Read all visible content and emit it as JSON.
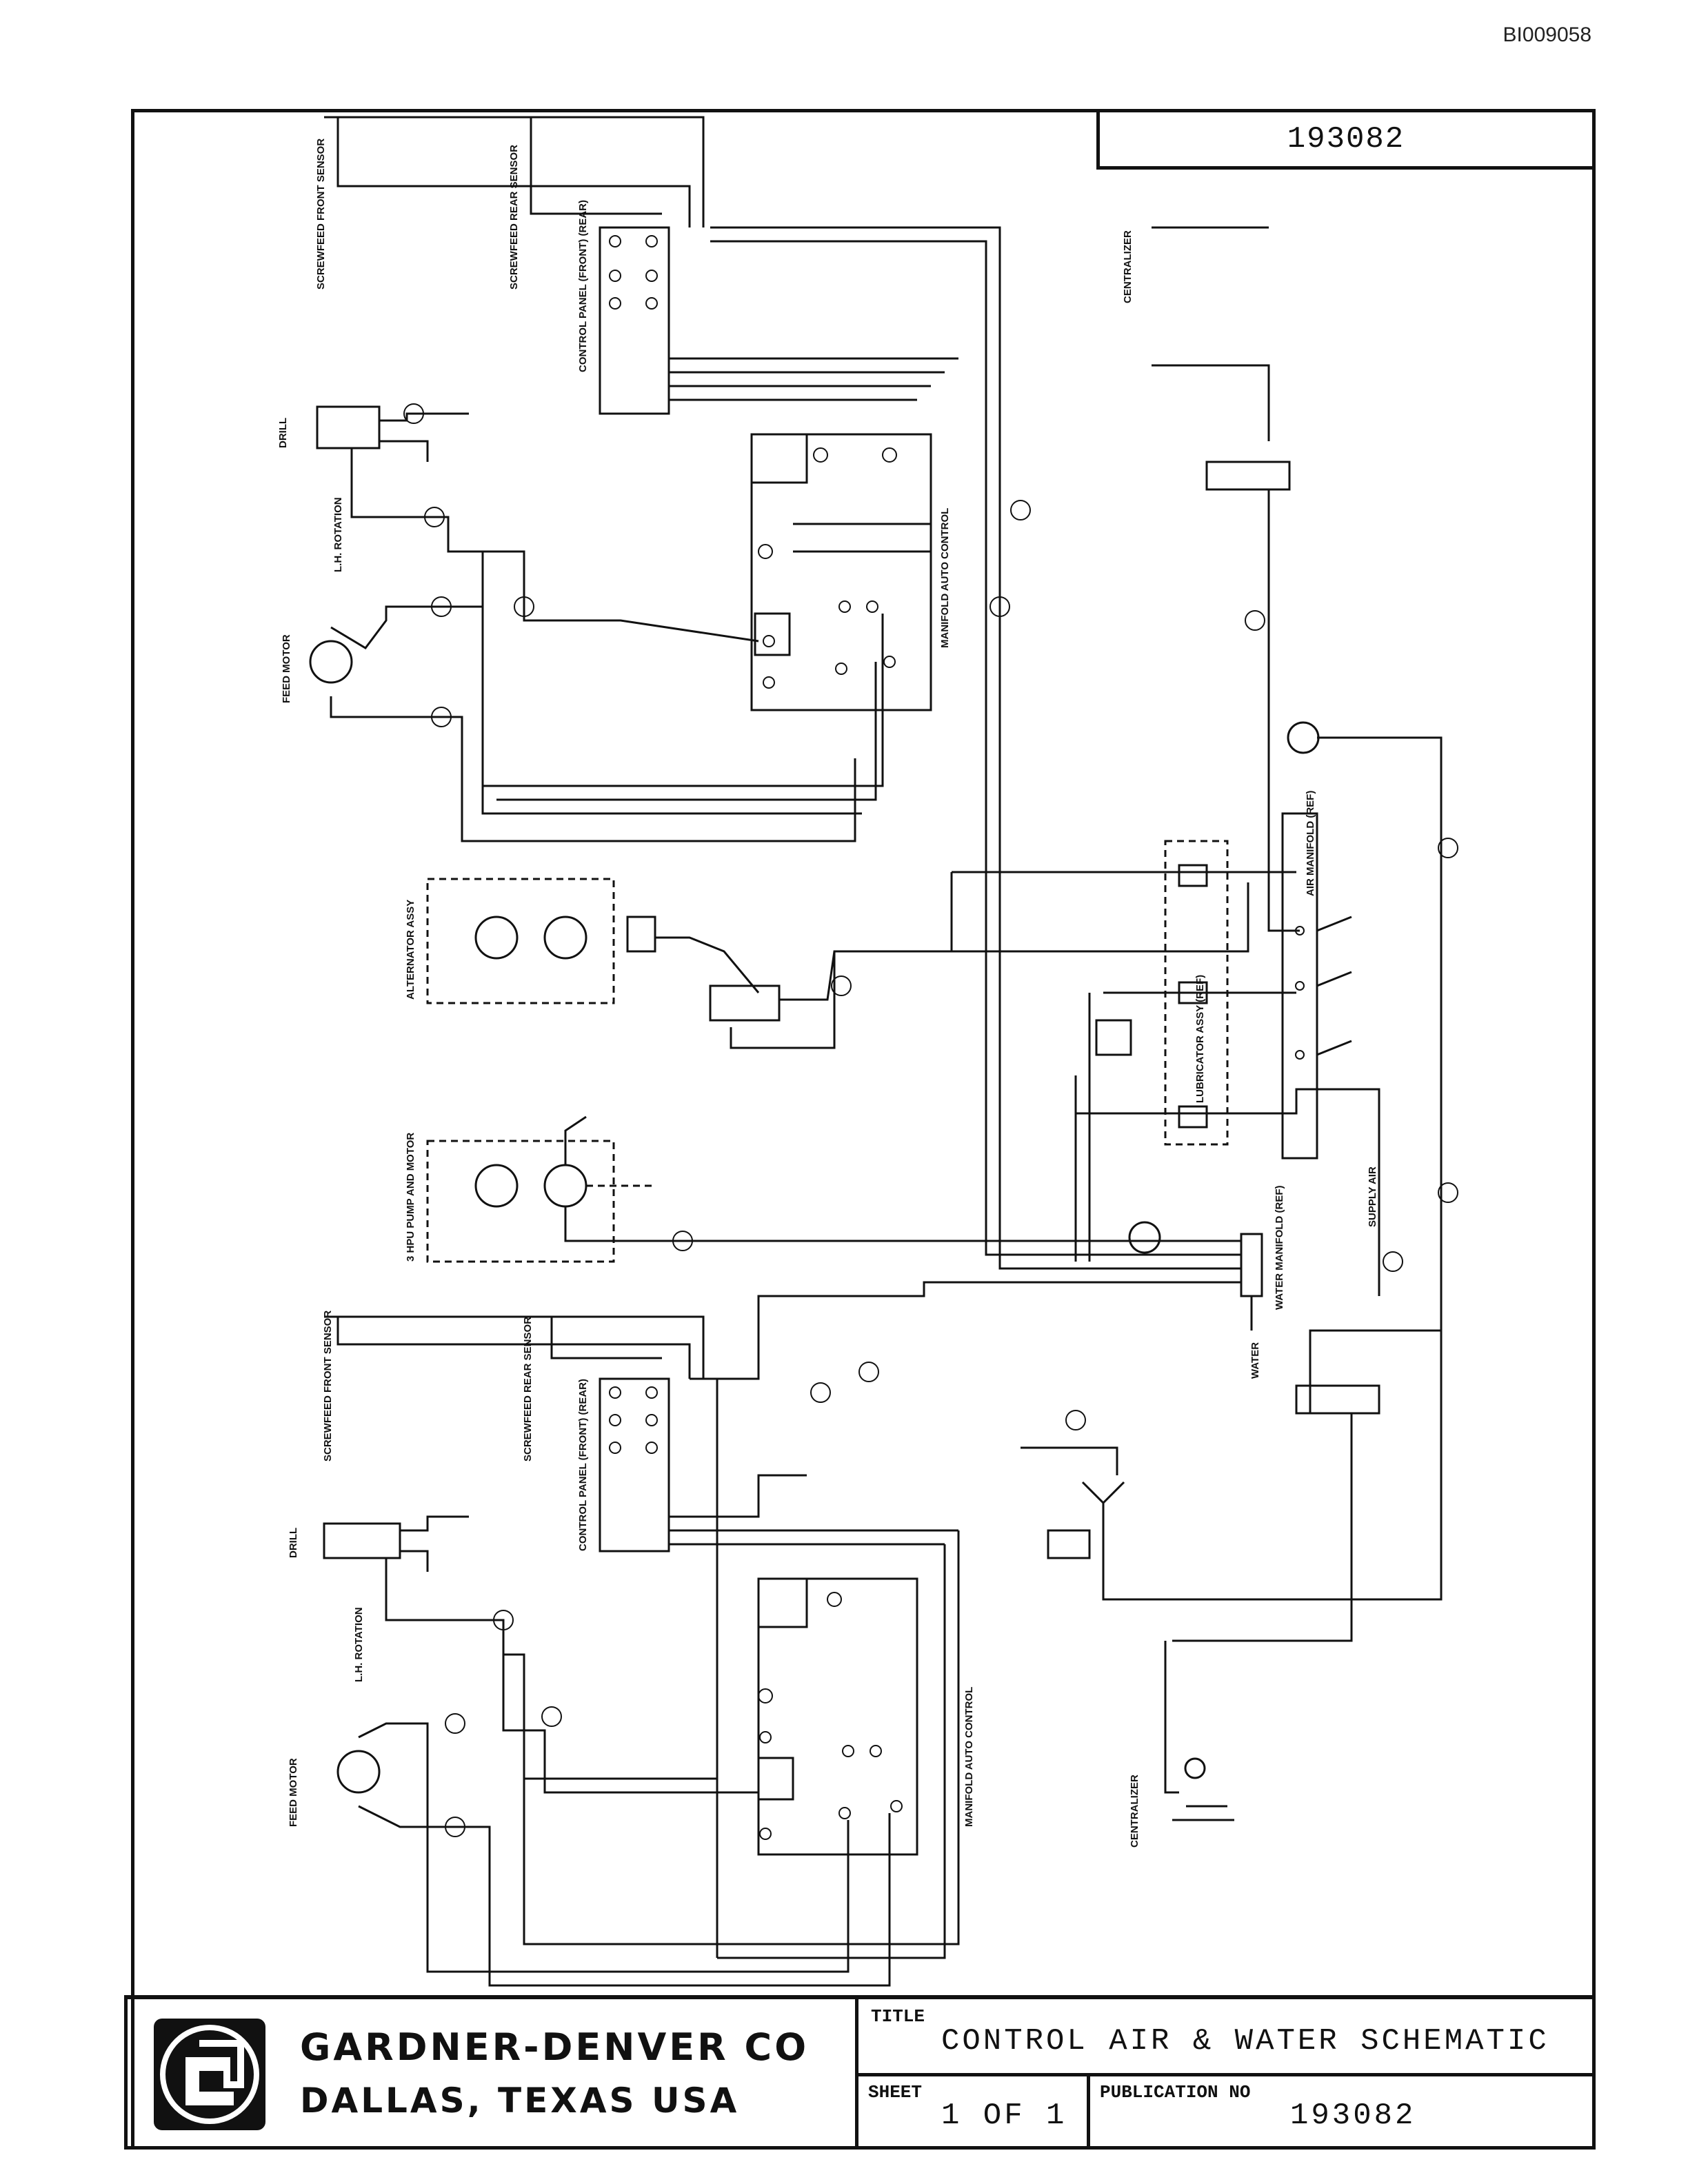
{
  "document_id": "BI009058",
  "drawing_number": "193082",
  "labels": {
    "screwfeed_front_sensor": "SCREWFEED FRONT SENSOR",
    "screwfeed_rear_sensor": "SCREWFEED REAR SENSOR",
    "control_panel": "CONTROL PANEL (FRONT) (REAR)",
    "drill": "DRILL",
    "lh_rotation": "L.H. ROTATION",
    "feed_motor": "FEED MOTOR",
    "manifold_auto_control": "MANIFOLD AUTO CONTROL",
    "alternator_assy": "ALTERNATOR ASSY",
    "hpu_pump_and_motor": "3 HPU PUMP AND MOTOR",
    "lubricator_assy": "LUBRICATOR ASSY (REF)",
    "air_manifold": "AIR MANIFOLD (REF)",
    "water_manifold": "WATER MANIFOLD (REF)",
    "water": "WATER",
    "supply_air": "SUPPLY AIR",
    "centralizer": "CENTRALIZER"
  },
  "title_block": {
    "company": "GARDNER-DENVER CO",
    "location": "DALLAS, TEXAS USA",
    "title_label": "TITLE",
    "title": "CONTROL AIR & WATER SCHEMATIC",
    "sheet_label": "SHEET",
    "sheet": "1 OF 1",
    "publication_label": "PUBLICATION NO",
    "publication": "193082"
  }
}
